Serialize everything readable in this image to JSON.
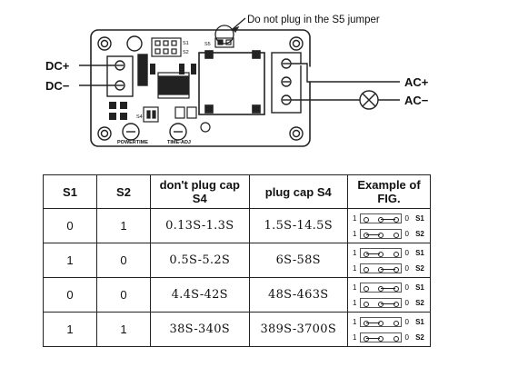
{
  "annotations": {
    "s5_note": "Do not plug in the S5 jumper",
    "dc_plus": "DC+",
    "dc_minus": "DC−",
    "ac_plus": "AC+",
    "ac_minus": "AC−"
  },
  "board": {
    "label_s1": "S1",
    "label_s2": "S2",
    "label_s4": "S4",
    "label_s5": "S5",
    "label_power": "POWERTIME",
    "label_timeadj": "TIME-ADJ"
  },
  "table": {
    "headers": {
      "s1": "S1",
      "s2": "S2",
      "no_cap": "don't  plug cap S4",
      "cap": "plug cap S4",
      "example": "Example of FIG."
    },
    "rows": [
      {
        "s1": "0",
        "s2": "1",
        "no_cap": "0.13S-1.3S",
        "cap": "1.5S-14.5S",
        "fig_s1": "right",
        "fig_s2": "left"
      },
      {
        "s1": "1",
        "s2": "0",
        "no_cap": "0.5S-5.2S",
        "cap": "6S-58S",
        "fig_s1": "left",
        "fig_s2": "right"
      },
      {
        "s1": "0",
        "s2": "0",
        "no_cap": "4.4S-42S",
        "cap": "48S-463S",
        "fig_s1": "right",
        "fig_s2": "right"
      },
      {
        "s1": "1",
        "s2": "1",
        "no_cap": "38S-340S",
        "cap": "389S-3700S",
        "fig_s1": "left",
        "fig_s2": "left"
      }
    ],
    "fig_pin_one": "1",
    "fig_pin_zero": "0",
    "fig_label_s1": "S1",
    "fig_label_s2": "S2"
  }
}
